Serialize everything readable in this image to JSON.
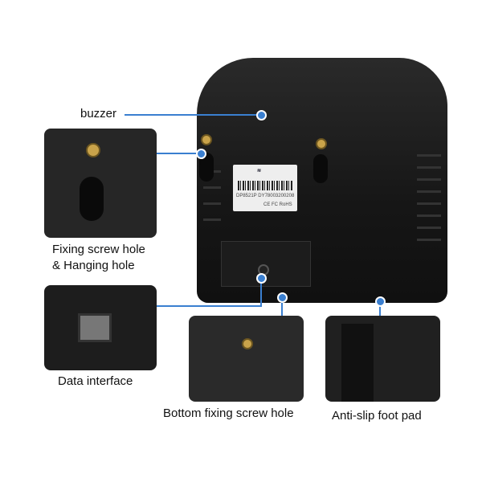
{
  "callouts": {
    "buzzer": "buzzer",
    "fixing_line1": "Fixing screw hole",
    "fixing_line2": "& Hanging hole",
    "data_interface": "Data interface",
    "bottom_screw": "Bottom fixing screw hole",
    "foot_pad": "Anti-slip foot pad"
  },
  "device_label": {
    "model": "DP8521P DY78003200208",
    "certs": "CE FC RoHS"
  },
  "colors": {
    "accent": "#3a7fd0",
    "device": "#1a1a1a",
    "screw": "#c9a34a"
  }
}
